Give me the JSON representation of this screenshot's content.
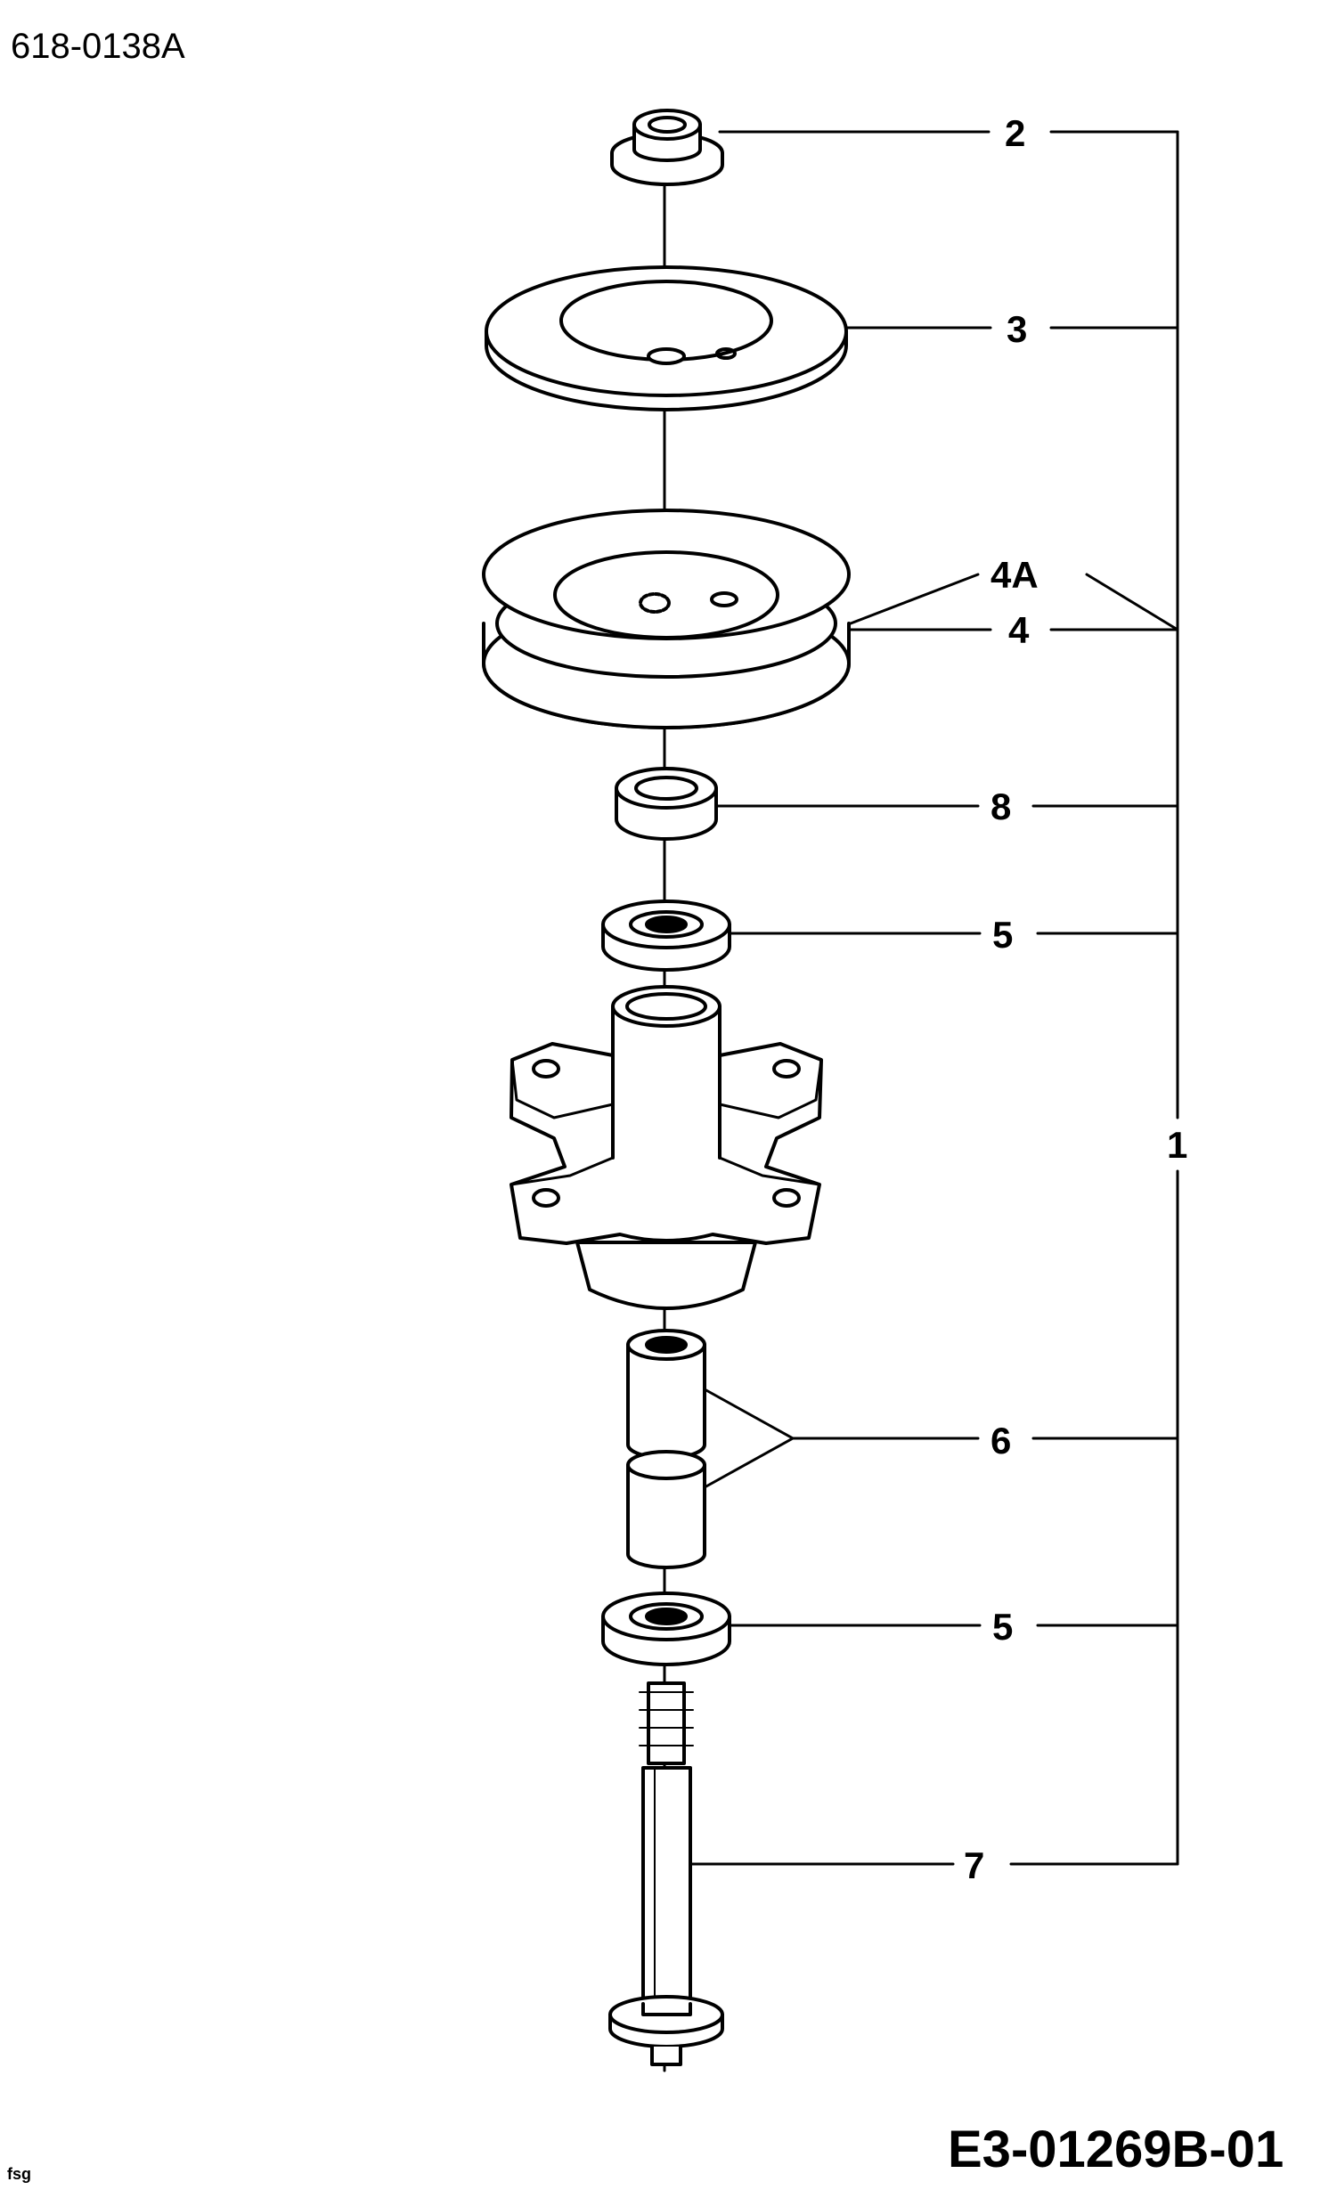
{
  "header": {
    "doc_id": "618-0138A"
  },
  "footer": {
    "code": "E3-01269B-01",
    "note": "fsg"
  },
  "callouts": {
    "p2": "2",
    "p3": "3",
    "p4a": "4A",
    "p4": "4",
    "p8": "8",
    "p5_top": "5",
    "p1": "1",
    "p6": "6",
    "p5_bottom": "5",
    "p7": "7"
  }
}
